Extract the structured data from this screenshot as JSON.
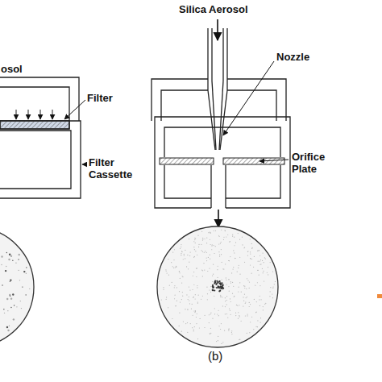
{
  "diagram": {
    "labels": [
      "osol",
      "Filter",
      "Filter Cassette",
      "Silica Aerosol",
      "Nozzle",
      "Orifice Plate",
      "(b)"
    ]
  }
}
